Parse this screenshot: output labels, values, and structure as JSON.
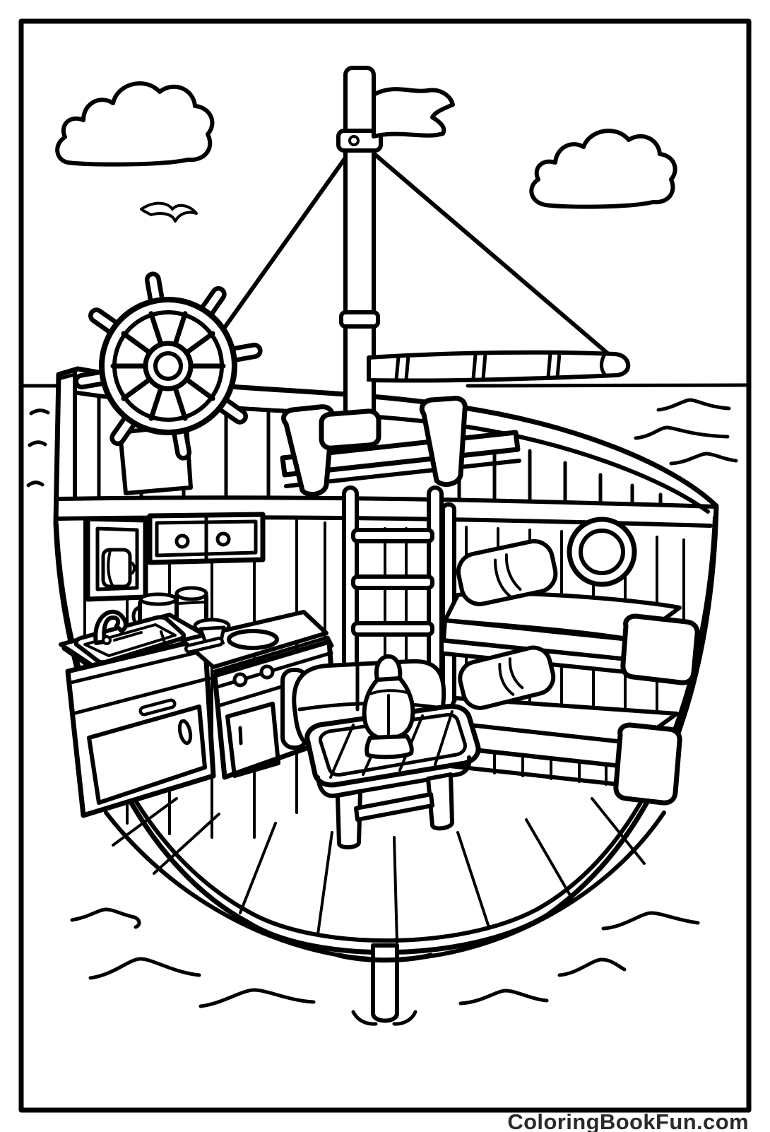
{
  "page": {
    "background": "#ffffff",
    "ink": "#000000"
  },
  "watermark": {
    "text": "ColoringBookFun.com",
    "color": "#2a2a2a"
  },
  "scene": {
    "elements": [
      "cloud",
      "seagull",
      "flag",
      "mast",
      "rigging",
      "spar",
      "ship-wheel",
      "helm-pedestal",
      "bulwark",
      "deck-bench",
      "hull",
      "keel",
      "horizon",
      "waves",
      "kitchen-wall-cabinet",
      "open-shelf",
      "sink",
      "faucet",
      "stove-counter",
      "lower-cabinets",
      "jars",
      "ladder",
      "couch",
      "lantern",
      "coffee-table",
      "bunk-beds",
      "pillows",
      "porthole",
      "floor-planks"
    ]
  }
}
